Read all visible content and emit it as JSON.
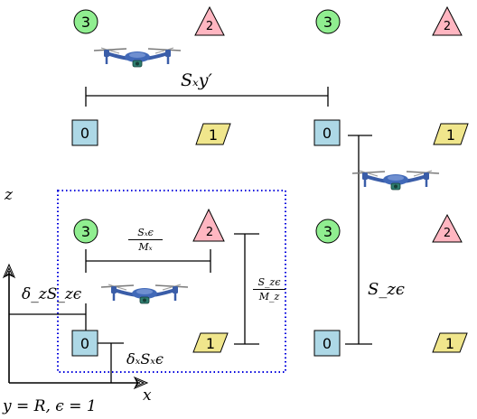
{
  "markers": {
    "circle_label": "3",
    "triangle_label": "2",
    "square_label": "0",
    "parallelogram_label": "1"
  },
  "colors": {
    "circle_fill": "#90ee90",
    "triangle_fill": "#ffb6c1",
    "square_fill": "#add8e6",
    "parallelogram_fill": "#f0e68c",
    "region_border": "#0000dd",
    "drone_body": "#3a5da8"
  },
  "labels": {
    "top_spacing": "Sₓy′",
    "right_spacing": "S_zϵ",
    "inner_h_num": "Sₓϵ",
    "inner_h_den": "Mₓ",
    "inner_v_num": "S_zϵ",
    "inner_v_den": "M_z",
    "offset_z": "δ_zS_zϵ",
    "offset_x": "δₓSₓϵ",
    "axis_z": "z",
    "axis_x": "x",
    "caption": "y = R, ϵ = 1"
  },
  "icons": [
    "drone-icon",
    "axis-arrow-icon"
  ]
}
